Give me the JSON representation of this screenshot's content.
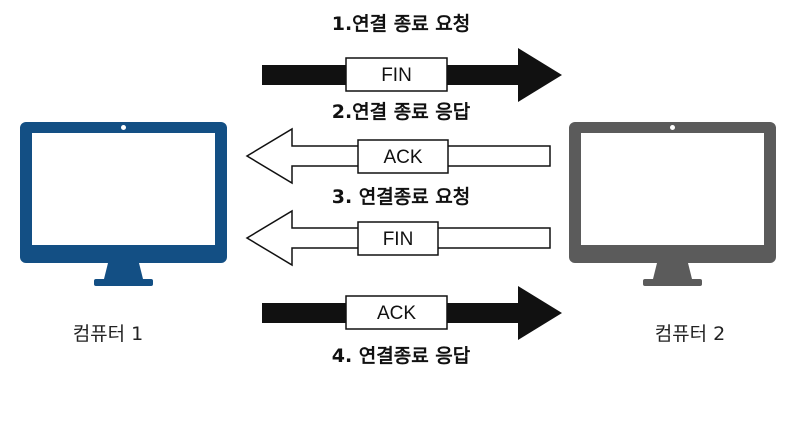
{
  "steps": [
    {
      "label": "1.연결 종료 요청",
      "flag": "FIN",
      "direction": "right",
      "style": "filled"
    },
    {
      "label": "2.연결 종료 응답",
      "flag": "ACK",
      "direction": "left",
      "style": "outlined"
    },
    {
      "label": "3. 연결종료 요청",
      "flag": "FIN",
      "direction": "left",
      "style": "outlined"
    },
    {
      "label": "4. 연결종료 응답",
      "flag": "ACK",
      "direction": "right",
      "style": "filled"
    }
  ],
  "computers": [
    {
      "label": "컴퓨터 1",
      "color": "#134F84"
    },
    {
      "label": "컴퓨터 2",
      "color": "#5B5B5B"
    }
  ],
  "colors": {
    "arrow_fill": "#111111",
    "arrow_outline": "#111111",
    "screen": "#FFFFFF"
  }
}
